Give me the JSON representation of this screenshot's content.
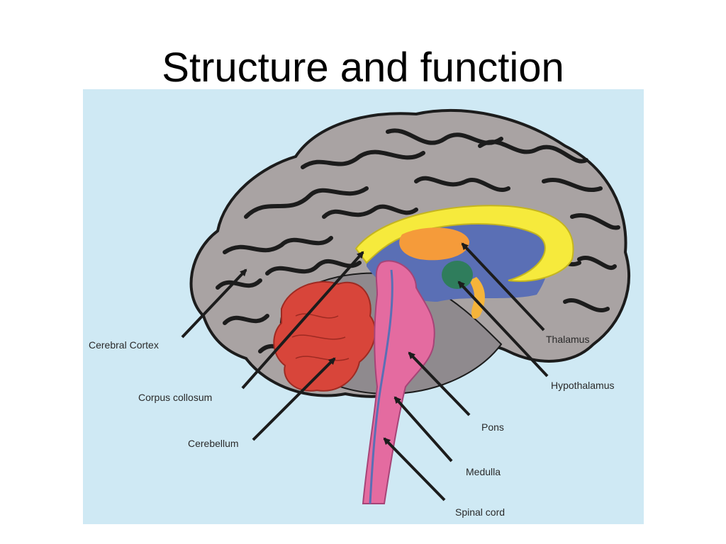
{
  "slide": {
    "title": "Structure and function"
  },
  "figure": {
    "background_color": "#cfe9f4",
    "labels": {
      "cerebral_cortex": "Cerebral Cortex",
      "corpus_collosum": "Corpus collosum",
      "cerebellum": "Cerebellum",
      "thalamus": "Thalamus",
      "hypothalamus": "Hypothalamus",
      "pons": "Pons",
      "medulla": "Medulla",
      "spinal_cord": "Spinal cord"
    },
    "colors": {
      "cortex": "#a9a3a3",
      "corpus_callosum": "#f6ea3c",
      "thalamus": "#f59b3a",
      "hypothalamus": "#2f7d5c",
      "cerebellum": "#d8453a",
      "brainstem": "#e46ba0",
      "ventricle": "#5a6fb5"
    }
  }
}
